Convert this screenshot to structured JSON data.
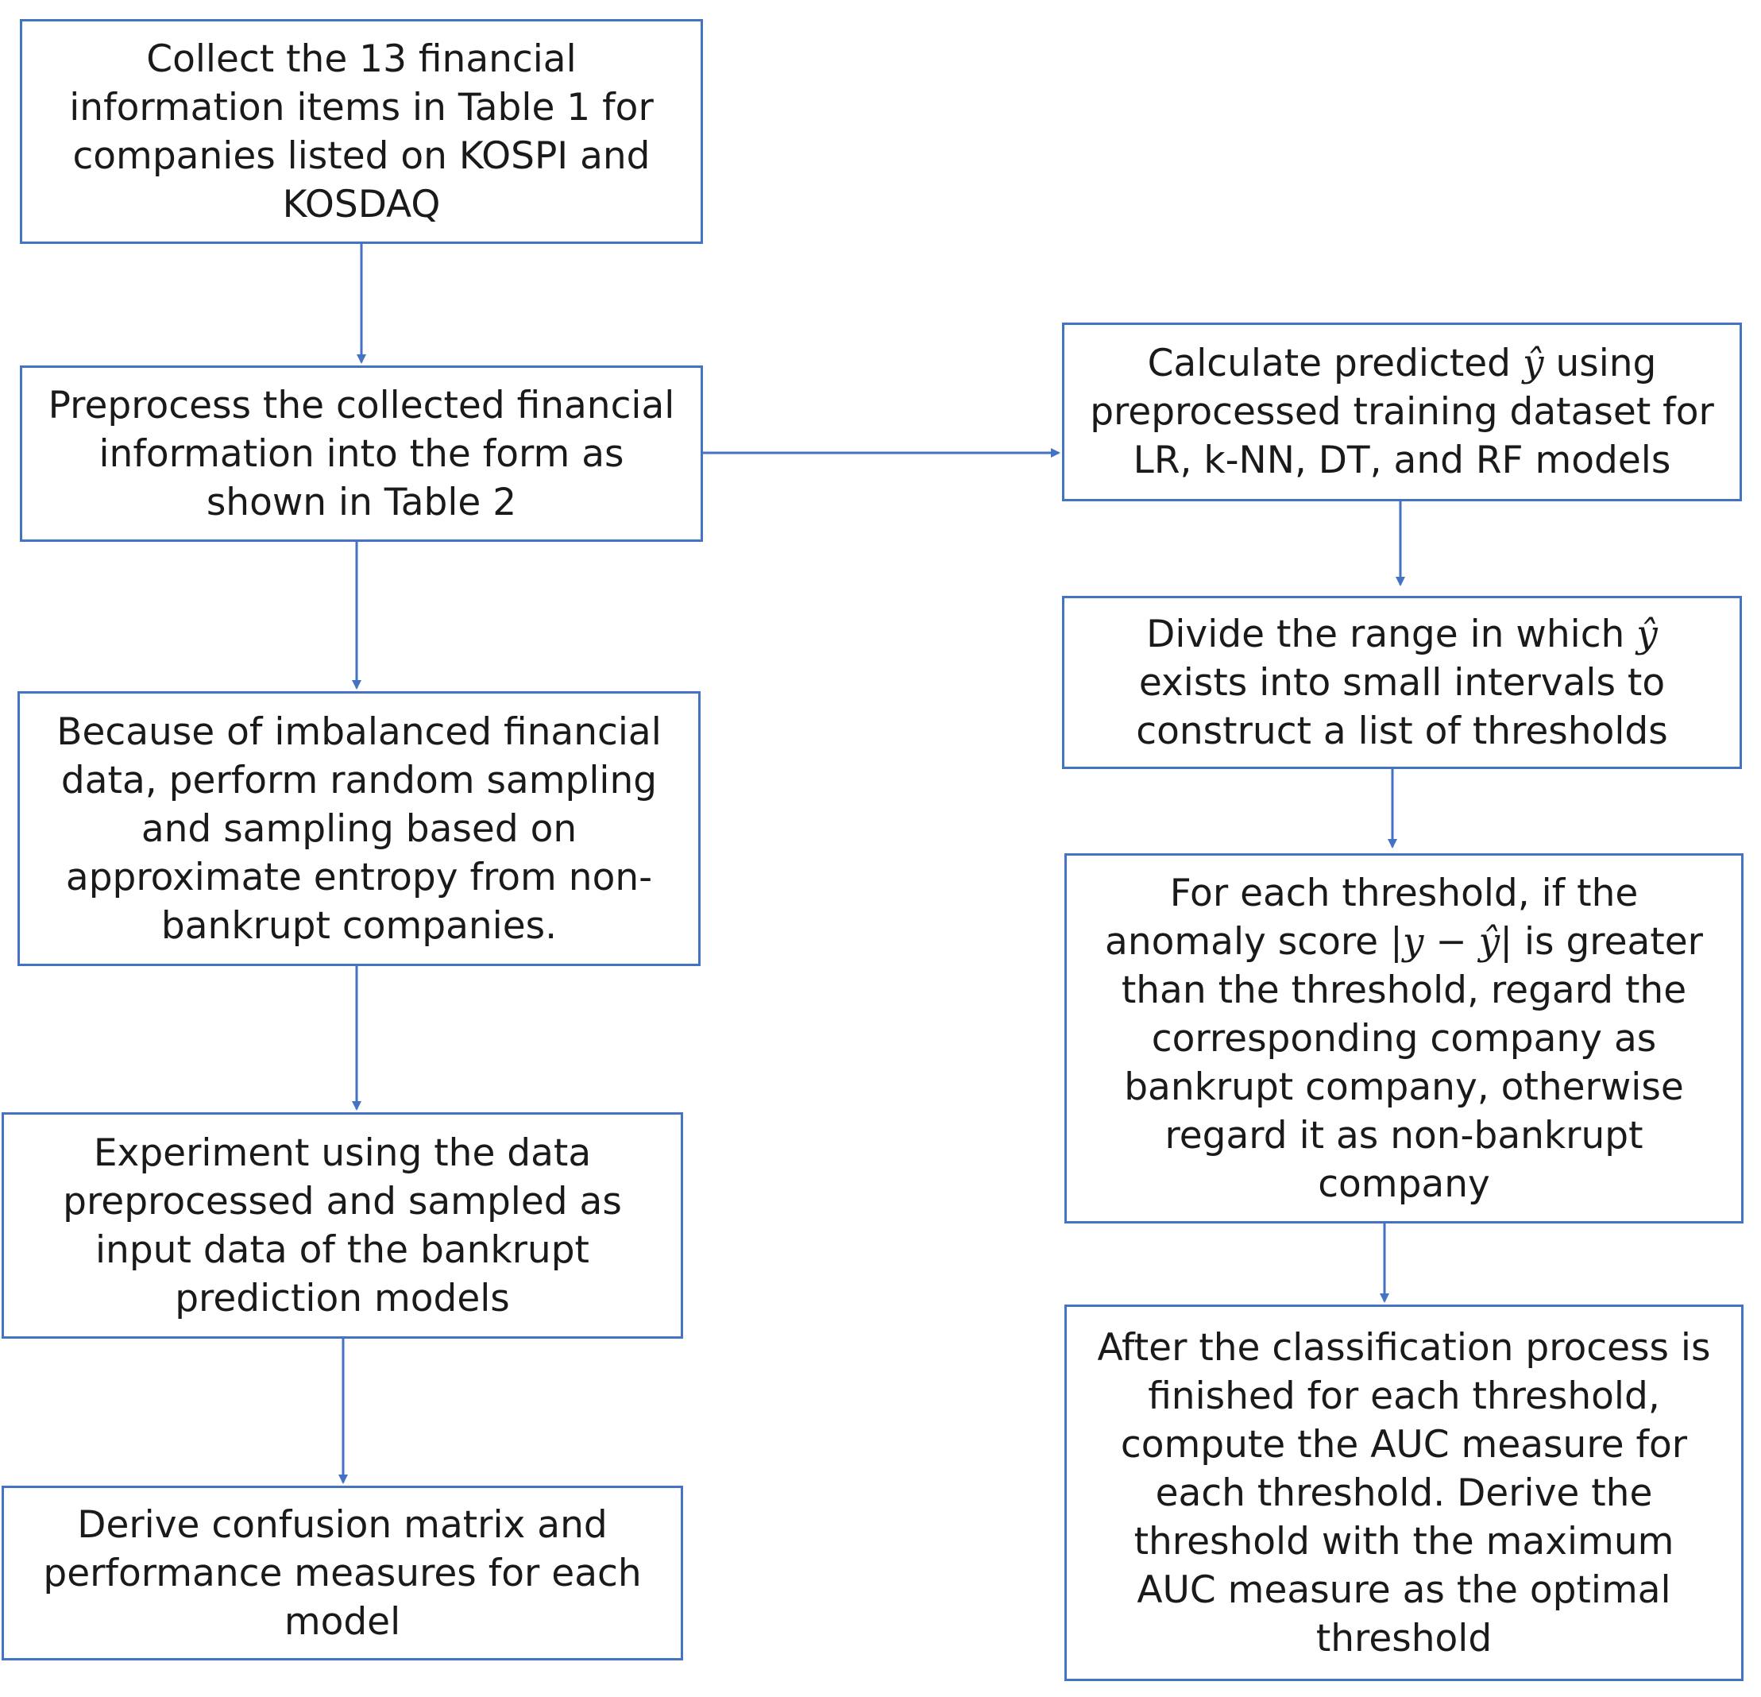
{
  "steps": {
    "collect": {
      "lines": [
        "Collect the 13 financial",
        "information items in Table 1 for",
        "companies listed on KOSPI and",
        "KOSDAQ"
      ]
    },
    "preprocess": {
      "lines": [
        "Preprocess the collected financial",
        "information into the form as",
        "shown in Table 2"
      ]
    },
    "sampling": {
      "lines": [
        "Because of imbalanced financial",
        "data, perform random sampling",
        "and sampling based on",
        "approximate entropy from non-",
        "bankrupt companies."
      ]
    },
    "experiment": {
      "lines": [
        "Experiment using the data",
        "preprocessed and sampled as",
        "input data of the bankrupt",
        "prediction models"
      ]
    },
    "derive": {
      "lines": [
        "Derive confusion matrix and",
        "performance measures for each",
        "model"
      ]
    },
    "calculate": {
      "line1_pre": "Calculate predicted ",
      "line1_var": "ŷ",
      "line1_post": " using",
      "line2": "preprocessed training dataset for",
      "line3": "LR, k-NN, DT, and RF models"
    },
    "divide": {
      "line1_pre": "Divide the range in which ",
      "line1_var": "ŷ",
      "line2": "exists into small intervals to",
      "line3": "construct a list of thresholds"
    },
    "classify": {
      "line1": "For each threshold, if the",
      "line2_pre": "anomaly score ",
      "line2_expr": "|y − ŷ|",
      "line2_post": " is greater",
      "line3": "than the threshold, regard the",
      "line4": "corresponding company as",
      "line5": "bankrupt company, otherwise",
      "line6": "regard it as non-bankrupt",
      "line7": "company"
    },
    "optimal": {
      "lines": [
        "After the classification process is",
        "finished for each threshold,",
        "compute the AUC measure for",
        "each threshold. Derive the",
        "threshold with the maximum",
        "AUC measure as the optimal",
        "threshold"
      ]
    }
  },
  "colors": {
    "border": "#4472c4",
    "arrow": "#4472c4",
    "text": "#1a1a1a"
  }
}
